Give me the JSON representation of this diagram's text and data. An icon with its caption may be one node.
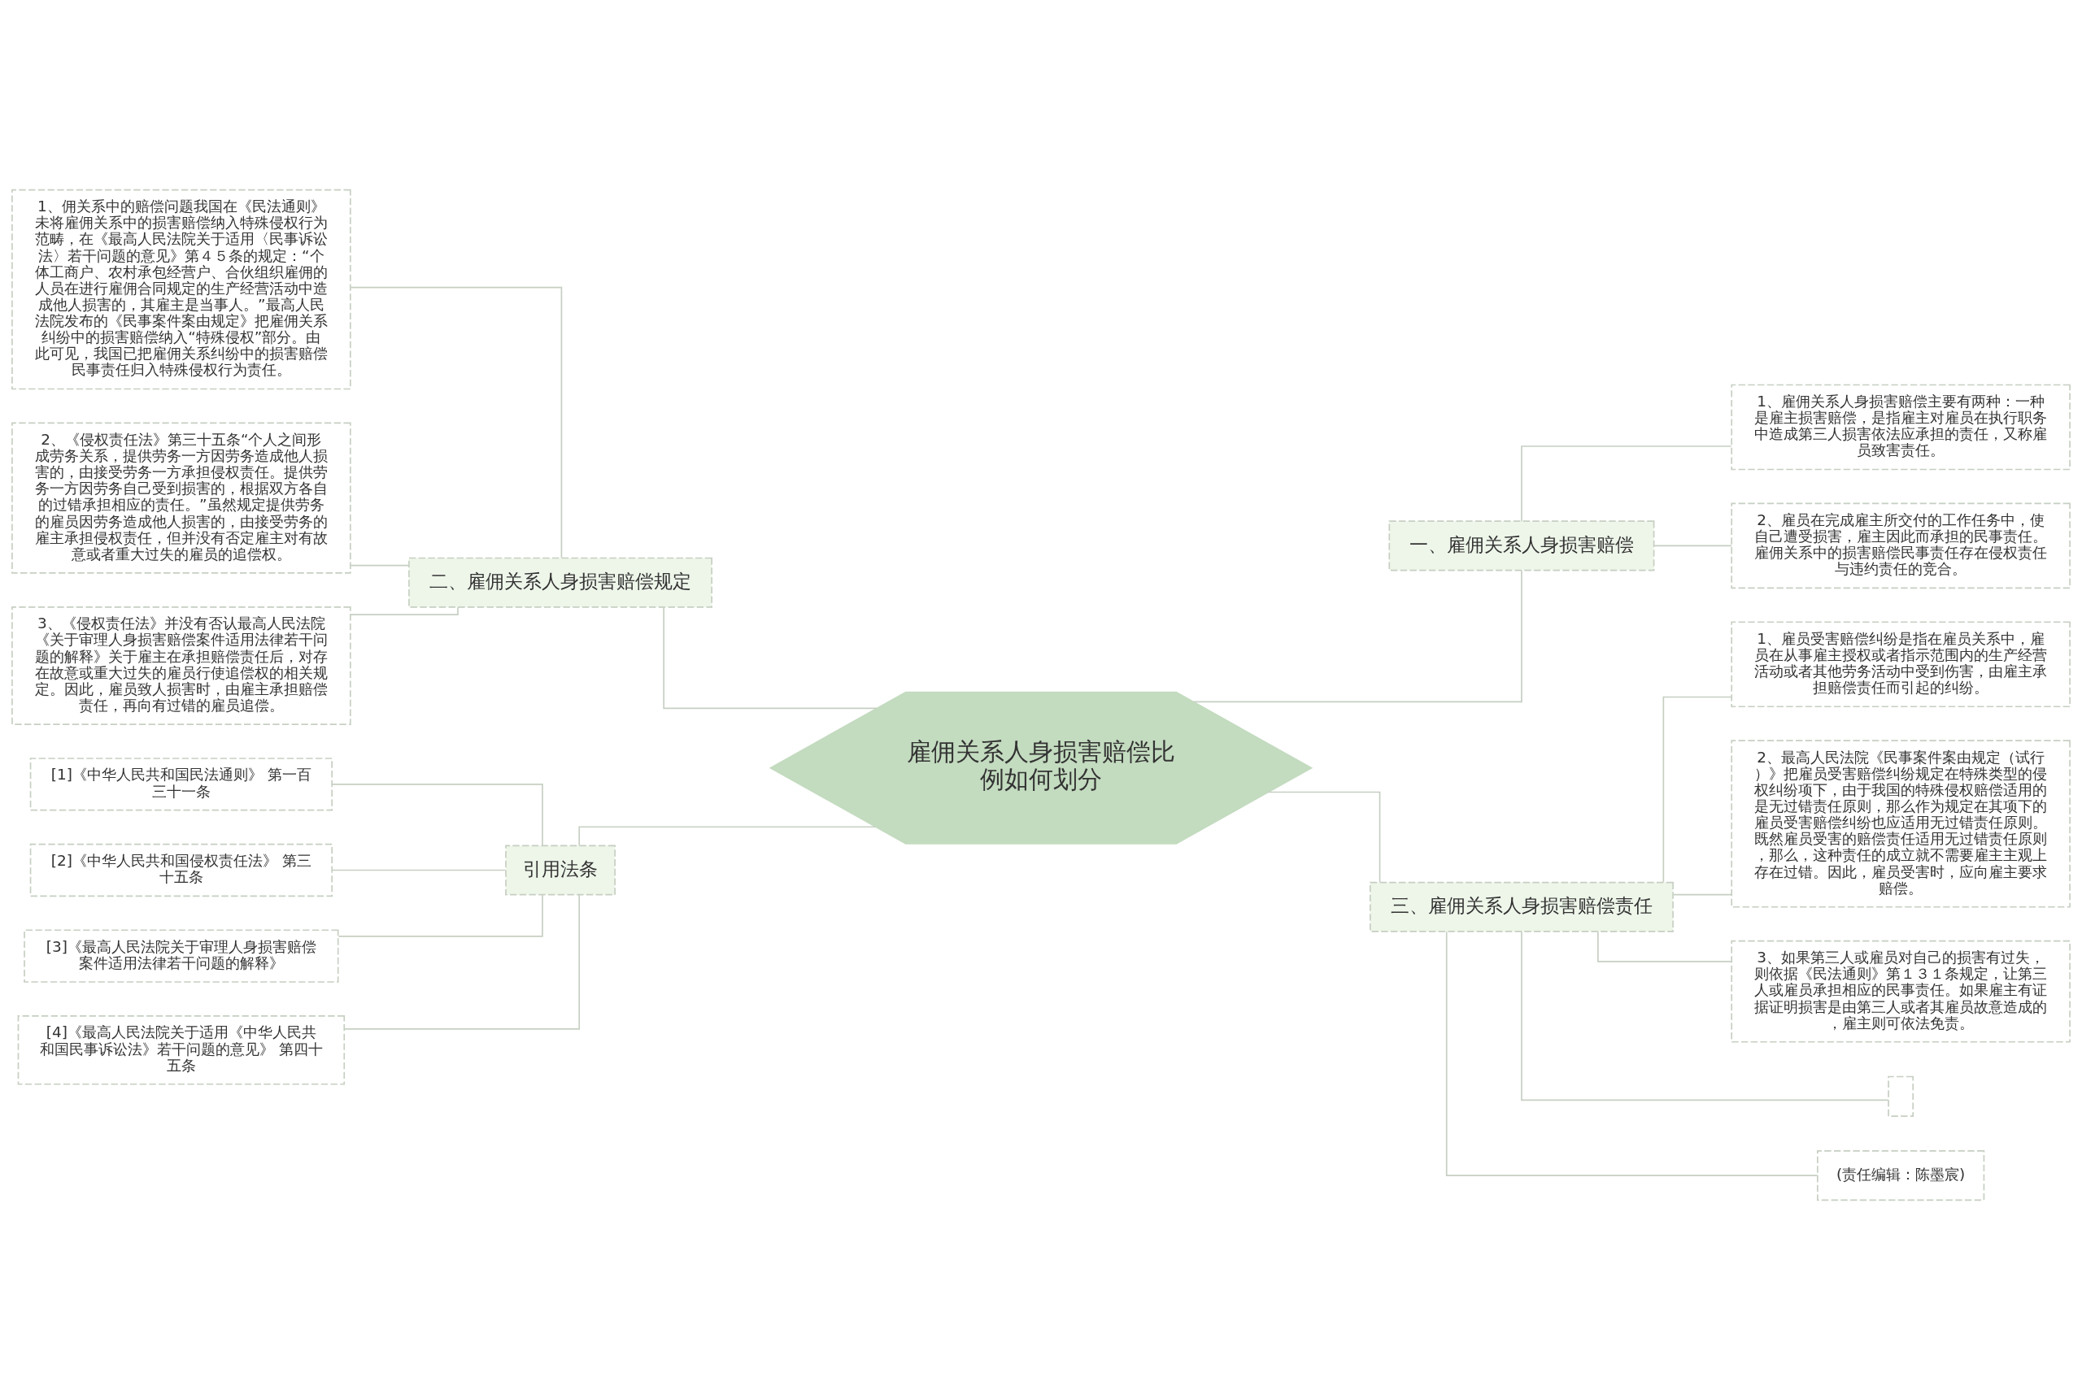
{
  "diagram": {
    "nodes": [
      {
        "text": [
          "雇佣关系人身损害赔偿比例如何划分"
        ]
      },
      {
        "text": [
          "一、雇佣关系人身损害赔偿"
        ]
      },
      {
        "text": [
          "1、雇佣关系人身损害赔偿主要有两种：一种是雇主损害赔偿，是指雇主对雇员在执行职务中造成第三人损害依法应承担的责任，又称雇员致害责任。"
        ]
      },
      {
        "text": [
          "2、雇员在完成雇主所交付的工作任务中，使自己遭受损害，雇主因此而承担的民事责任。雇佣关系中的损害赔偿民事责任存在侵权责任与违约责任的竞合。"
        ]
      },
      {
        "text": [
          "二、雇佣关系人身损害赔偿规定"
        ]
      },
      {
        "text": [
          "1、佣关系中的赔偿问题我国在《民法通则》未将雇佣关系中的损害赔偿纳入特殊侵权行为范畴，在《最高人民法院关于适用〈民事诉讼法〉若干问题的意见》第４５条的规定：“个体工商户、农村承包经营户、合伙组织雇佣的人员在进行雇佣合同规定的生产经营活动中造成他人损害的，其雇主是当事人。”最高人民法院发布的《民事案件案由规定》把雇佣关系纠纷中的损害赔偿纳入“特殊侵权”部分。由此可见，我国已把雇佣关系纠纷中的损害赔偿民事责任归入特殊侵权行为责任。"
        ]
      },
      {
        "text": [
          "2、《侵权责任法》第三十五条“个人之间形成劳务关系，提供劳务一方因劳务造成他人损害的，由接受劳务一方承担侵权责任。提供劳务一方因劳务自己受到损害的，根据双方各自的过错承担相应的责任。”虽然规定提供劳务的雇员因劳务造成他人损害的，由接受劳务的雇主承担侵权责任，但并没有否定雇主对有故意或者重大过失的雇员的追偿权。"
        ]
      },
      {
        "text": [
          "3、《侵权责任法》并没有否认最高人民法院《关于审理人身损害赔偿案件适用法律若干问题的解释》关于雇主在承担赔偿责任后，对存在故意或重大过失的雇员行使追偿权的相关规定。因此，雇员致人损害时，由雇主承担赔偿责任，再向有过错的雇员追偿。"
        ]
      },
      {
        "text": [
          "三、雇佣关系人身损害赔偿责任"
        ]
      },
      {
        "text": [
          "1、雇员受害赔偿纠纷是指在雇员关系中，雇员在从事雇主授权或者指示范围内的生产经营活动或者其他劳务活动中受到伤害，由雇主承担赔偿责任而引起的纠纷。"
        ]
      },
      {
        "text": [
          "2、最高人民法院《民事案件案由规定（试行）》把雇员受害赔偿纠纷规定在特殊类型的侵权纠纷项下，由于我国的特殊侵权赔偿适用的是无过错责任原则，那么作为规定在其项下的雇员受害赔偿纠纷也应适用无过错责任原则。既然雇员受害的赔偿责任适用无过错责任原则，那么，这种责任的成立就不需要雇主主观上存在过错。因此，雇员受害时，应向雇主要求赔偿。"
        ]
      },
      {
        "text": [
          "3、如果第三人或雇员对自己的损害有过失，则依据《民法通则》第１３１条规定，让第三人或雇员承担相应的民事责任。如果雇主有证据证明损害是由第三人或者其雇员故意造成的，雇主则可依法免责。"
        ]
      },
      {
        "text": [],
        "shape": "box"
      },
      {
        "text": [
          "(责任编辑：陈墨宸)"
        ]
      },
      {
        "text": [
          "引用法条"
        ]
      },
      {
        "text": [
          "[1]《中华人民共和国民法通则》 第一百三十一条"
        ]
      },
      {
        "text": [
          "[2]《中华人民共和国侵权责任法》 第三十五条"
        ]
      },
      {
        "text": [
          "[3]《最高人民法院关于审理人身损害赔偿案件适用法律若干问题的解释》"
        ]
      },
      {
        "text": [
          "[4]《最高人民法院关于适用《中华人民共和国民事诉讼法》若干问题的意见》 第四十五条"
        ]
      }
    ],
    "edges": [
      {
        "from": 0,
        "to": 1,
        "arrow": "none"
      },
      {
        "from": 1,
        "to": 2,
        "arrow": "none"
      },
      {
        "from": 1,
        "to": 3,
        "arrow": "none"
      },
      {
        "from": 0,
        "to": 4,
        "arrow": "none"
      },
      {
        "from": 4,
        "to": 5,
        "arrow": "none"
      },
      {
        "from": 4,
        "to": 6,
        "arrow": "none"
      },
      {
        "from": 4,
        "to": 7,
        "arrow": "none"
      },
      {
        "from": 0,
        "to": 8,
        "arrow": "none"
      },
      {
        "from": 8,
        "to": 9,
        "arrow": "none"
      },
      {
        "from": 8,
        "to": 10,
        "arrow": "none"
      },
      {
        "from": 8,
        "to": 11,
        "arrow": "none"
      },
      {
        "from": 8,
        "to": 12,
        "arrow": "none"
      },
      {
        "from": 8,
        "to": 13,
        "arrow": "none"
      },
      {
        "from": 0,
        "to": 14,
        "arrow": "none"
      },
      {
        "from": 14,
        "to": 15,
        "arrow": "none"
      },
      {
        "from": 14,
        "to": 16,
        "arrow": "none"
      },
      {
        "from": 14,
        "to": 17,
        "arrow": "none"
      },
      {
        "from": 14,
        "to": 18,
        "arrow": "none"
      }
    ]
  }
}
